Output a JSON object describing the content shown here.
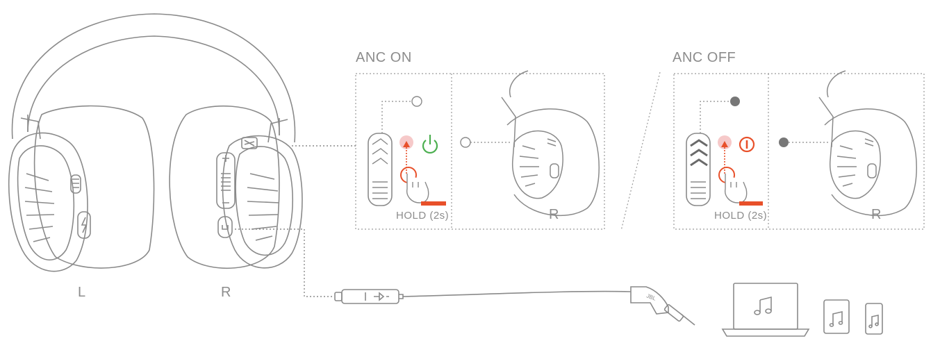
{
  "colors": {
    "line": "#8a8a8a",
    "power_on_green": "#4caf50",
    "hold_red": "#e8502a",
    "touch_pink": "#f6c9c9",
    "dot_fill_off": "#777777"
  },
  "headphones": {
    "left_label": "L",
    "right_label": "R"
  },
  "panels": [
    {
      "title": "ANC ON",
      "hold_label": "HOLD (2s)",
      "ear_label": "R",
      "power_icon": "power-icon",
      "indicator": "led-off-icon"
    },
    {
      "title": "ANC OFF",
      "hold_label": "HOLD (2s)",
      "ear_label": "R",
      "power_icon": "stop-icon",
      "indicator": "led-on-icon"
    }
  ],
  "cable": {
    "brand_text": "JBL"
  },
  "devices": [
    "laptop-music-icon",
    "tablet-music-icon",
    "phone-music-icon"
  ]
}
